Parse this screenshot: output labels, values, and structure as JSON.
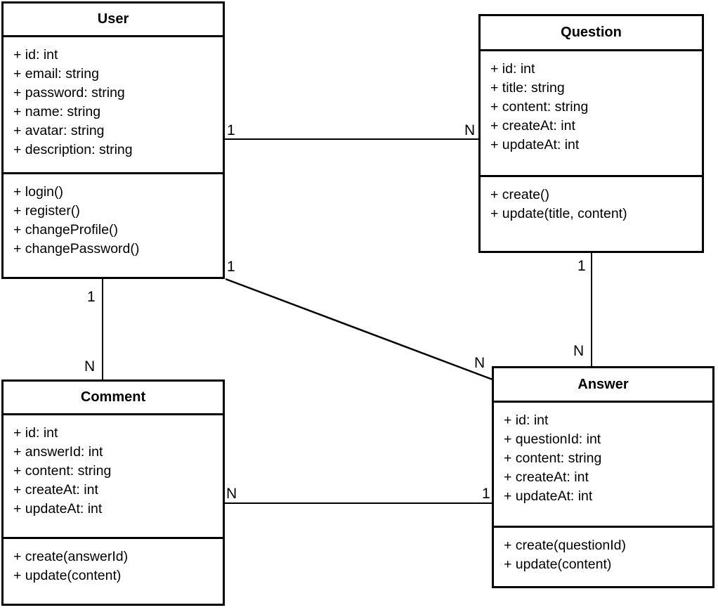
{
  "diagram": {
    "type": "uml-class-diagram",
    "classes": [
      {
        "id": "user",
        "name": "User",
        "attributes": [
          "+ id: int",
          "+ email: string",
          "+ password: string",
          "+ name: string",
          "+ avatar: string",
          "+ description: string"
        ],
        "methods": [
          "+ login()",
          "+ register()",
          "+ changeProfile()",
          "+ changePassword()"
        ]
      },
      {
        "id": "question",
        "name": "Question",
        "attributes": [
          "+ id: int",
          "+ title: string",
          "+ content: string",
          "+ createAt: int",
          "+ updateAt: int"
        ],
        "methods": [
          "+ create()",
          "+ update(title, content)"
        ]
      },
      {
        "id": "comment",
        "name": "Comment",
        "attributes": [
          "+ id: int",
          "+ answerId: int",
          "+ content: string",
          "+ createAt: int",
          "+ updateAt: int"
        ],
        "methods": [
          "+ create(answerId)",
          "+ update(content)"
        ]
      },
      {
        "id": "answer",
        "name": "Answer",
        "attributes": [
          "+ id: int",
          "+ questionId: int",
          "+ content: string",
          "+ createAt: int",
          "+ updateAt: int"
        ],
        "methods": [
          "+ create(questionId)",
          "+ update(content)"
        ]
      }
    ],
    "relationships": [
      {
        "id": "user-question",
        "from": "user",
        "to": "question",
        "from_multiplicity": "1",
        "to_multiplicity": "N"
      },
      {
        "id": "user-comment",
        "from": "user",
        "to": "comment",
        "from_multiplicity": "1",
        "to_multiplicity": "N"
      },
      {
        "id": "user-answer",
        "from": "user",
        "to": "answer",
        "from_multiplicity": "1",
        "to_multiplicity": "N"
      },
      {
        "id": "question-answer",
        "from": "question",
        "to": "answer",
        "from_multiplicity": "1",
        "to_multiplicity": "N"
      },
      {
        "id": "comment-answer",
        "from": "comment",
        "to": "answer",
        "from_multiplicity": "N",
        "to_multiplicity": "1"
      }
    ],
    "colors": {
      "stroke": "#000000",
      "fill": "#ffffff",
      "text": "#000000"
    }
  }
}
